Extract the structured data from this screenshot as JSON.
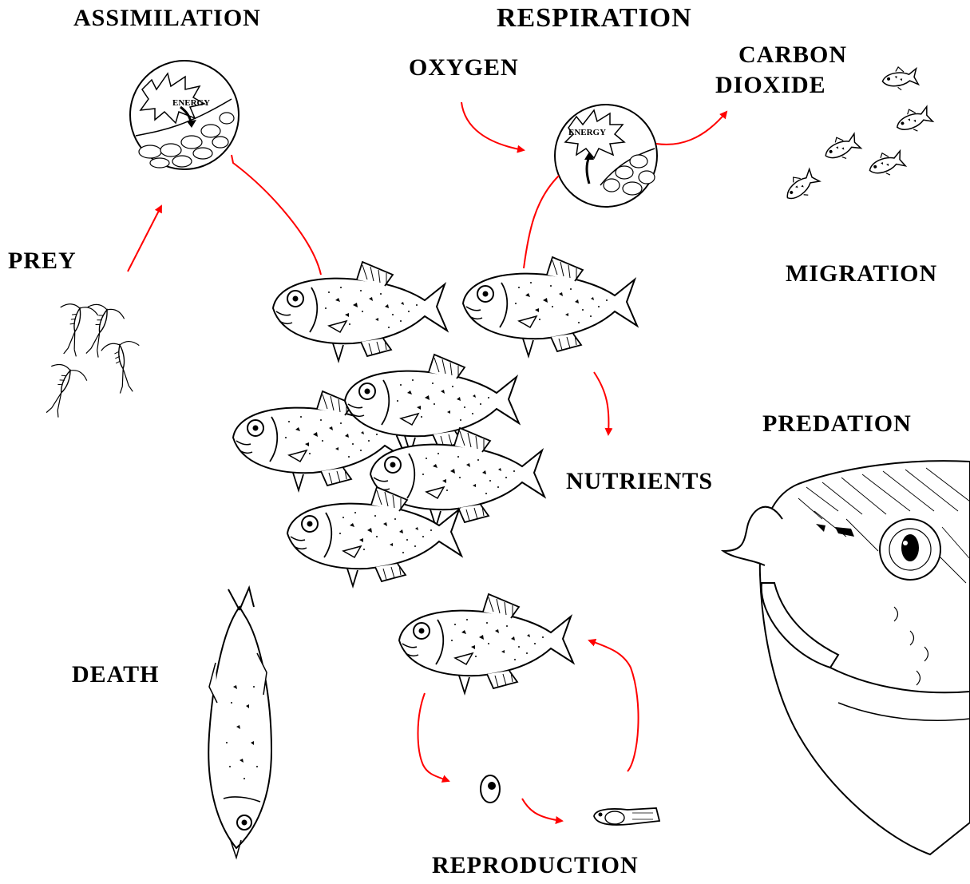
{
  "labels": {
    "assimilation": "ASSIMILATION",
    "respiration": "RESPIRATION",
    "oxygen": "OXYGEN",
    "carbon_dioxide_line1": "CARBON",
    "carbon_dioxide_line2": "DIOXIDE",
    "prey": "PREY",
    "migration": "MIGRATION",
    "predation": "PREDATION",
    "nutrients": "NUTRIENTS",
    "death": "DEATH",
    "reproduction": "REPRODUCTION"
  },
  "inset_labels": {
    "energy_assimilation": "ENERGY",
    "energy_respiration": "ENERGY"
  },
  "colors": {
    "arrow": "#ff0000",
    "ink": "#000000",
    "background": "#ffffff"
  }
}
